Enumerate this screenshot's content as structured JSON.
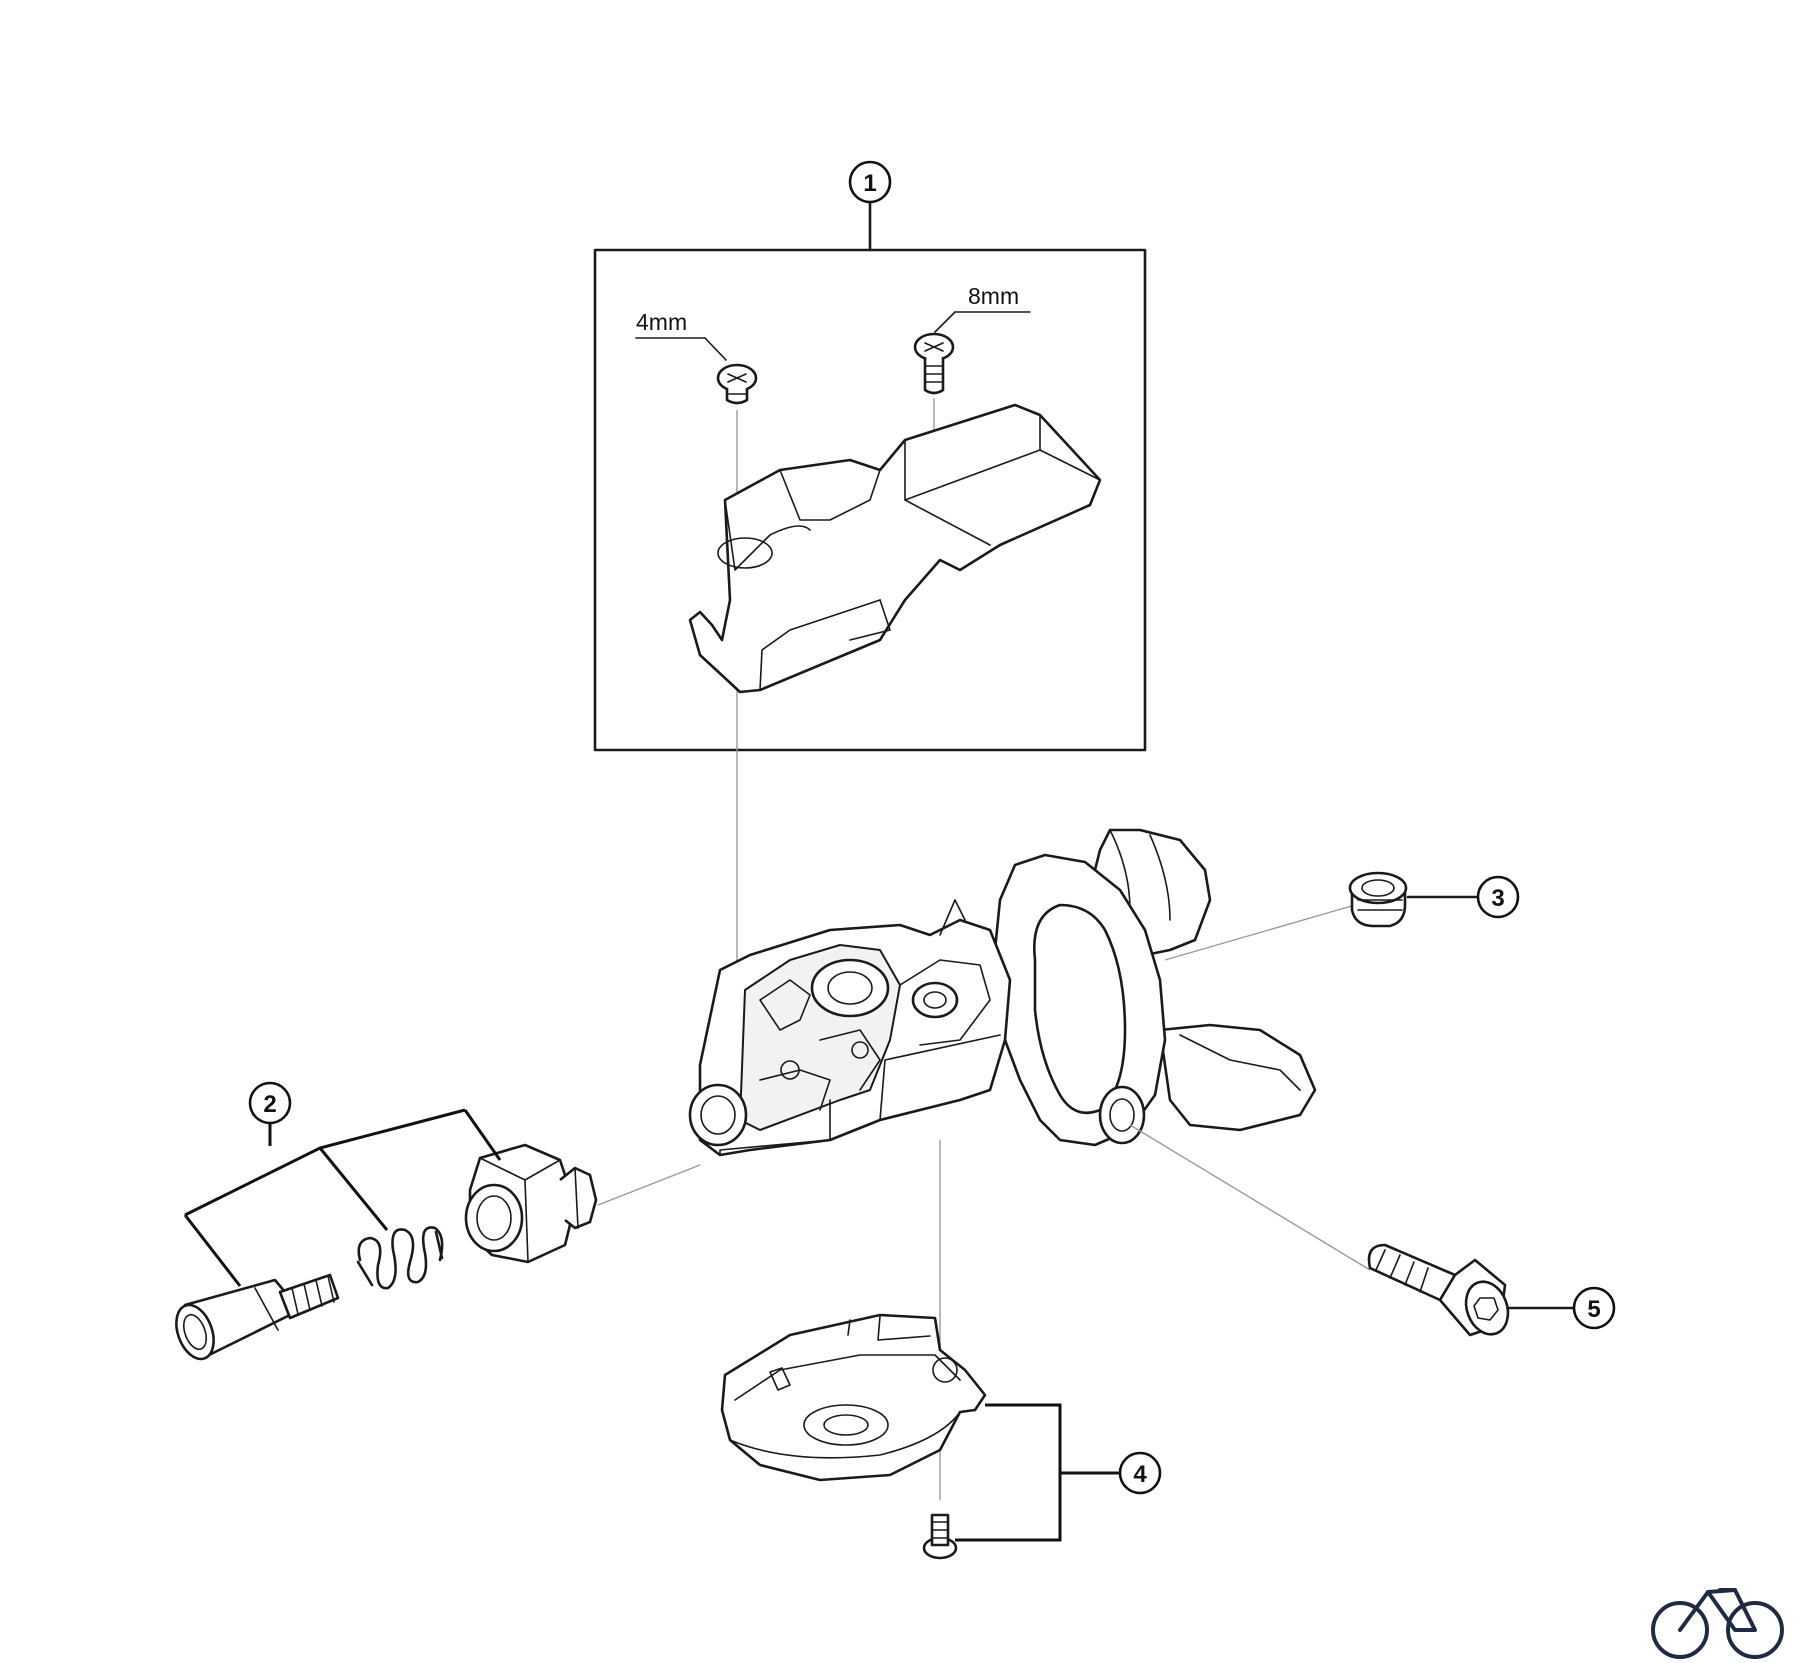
{
  "callouts": [
    {
      "id": "1",
      "label": "1"
    },
    {
      "id": "2",
      "label": "2"
    },
    {
      "id": "3",
      "label": "3"
    },
    {
      "id": "4",
      "label": "4"
    },
    {
      "id": "5",
      "label": "5"
    }
  ],
  "dimensions": {
    "screw_short": "4mm",
    "screw_long": "8mm"
  },
  "icons": {
    "logo": "bicycle-icon"
  },
  "colors": {
    "line": "#1a1a1a",
    "leader": "#9a9a9a",
    "logo": "#1f2a44"
  }
}
